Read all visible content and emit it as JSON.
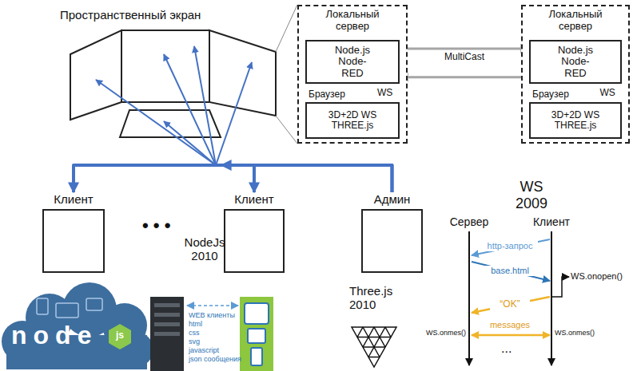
{
  "diagram": {
    "nodes": [
      {
        "text": [
          "Локальный сервер"
        ]
      },
      {
        "text": [
          "Node.js Node-RED"
        ],
        "in": 0
      },
      {
        "text": [
          "Браузер",
          "3D+2D WS THREE.js"
        ],
        "in": 0
      },
      {
        "text": [
          "Локальный сервер"
        ]
      },
      {
        "text": [
          "Node.js Node-RED"
        ],
        "in": 3
      },
      {
        "text": [
          "Браузер",
          "3D+2D WS THREE.js"
        ],
        "in": 3
      },
      {
        "text": [
          "Клиент"
        ]
      },
      {
        "text": [
          "Клиент"
        ]
      },
      {
        "text": [
          "Админ"
        ]
      }
    ],
    "edges": [
      {
        "from": 1,
        "to": 2,
        "label": "WS",
        "arrow": "to"
      },
      {
        "from": 2,
        "to": 1,
        "arrow": "to"
      },
      {
        "from": 4,
        "to": 5,
        "label": "WS",
        "arrow": "to"
      },
      {
        "from": 5,
        "to": 4,
        "arrow": "to"
      },
      {
        "from": 1,
        "to": 4,
        "label": "MultiCast",
        "arrow": "to"
      },
      {
        "from": 4,
        "to": 1,
        "arrow": "to"
      },
      {
        "from": 8,
        "to": 6,
        "arrow": "to"
      },
      {
        "from": 8,
        "to": 7,
        "arrow": "to"
      }
    ],
    "labels": [
      "Пространственный экран",
      "• • •",
      "NodeJs 2010",
      "Three.js 2010",
      "node",
      "js",
      "WEB клиенты",
      "html",
      "css",
      "svg",
      "javascript",
      "json сообщения",
      "WS 2009",
      "Сервер",
      "Клиент",
      "http-запрос",
      "base.html",
      "WS.onopen()",
      "“OK”",
      "messages",
      "WS.onmes()",
      "WS.onmes()",
      "..."
    ]
  }
}
